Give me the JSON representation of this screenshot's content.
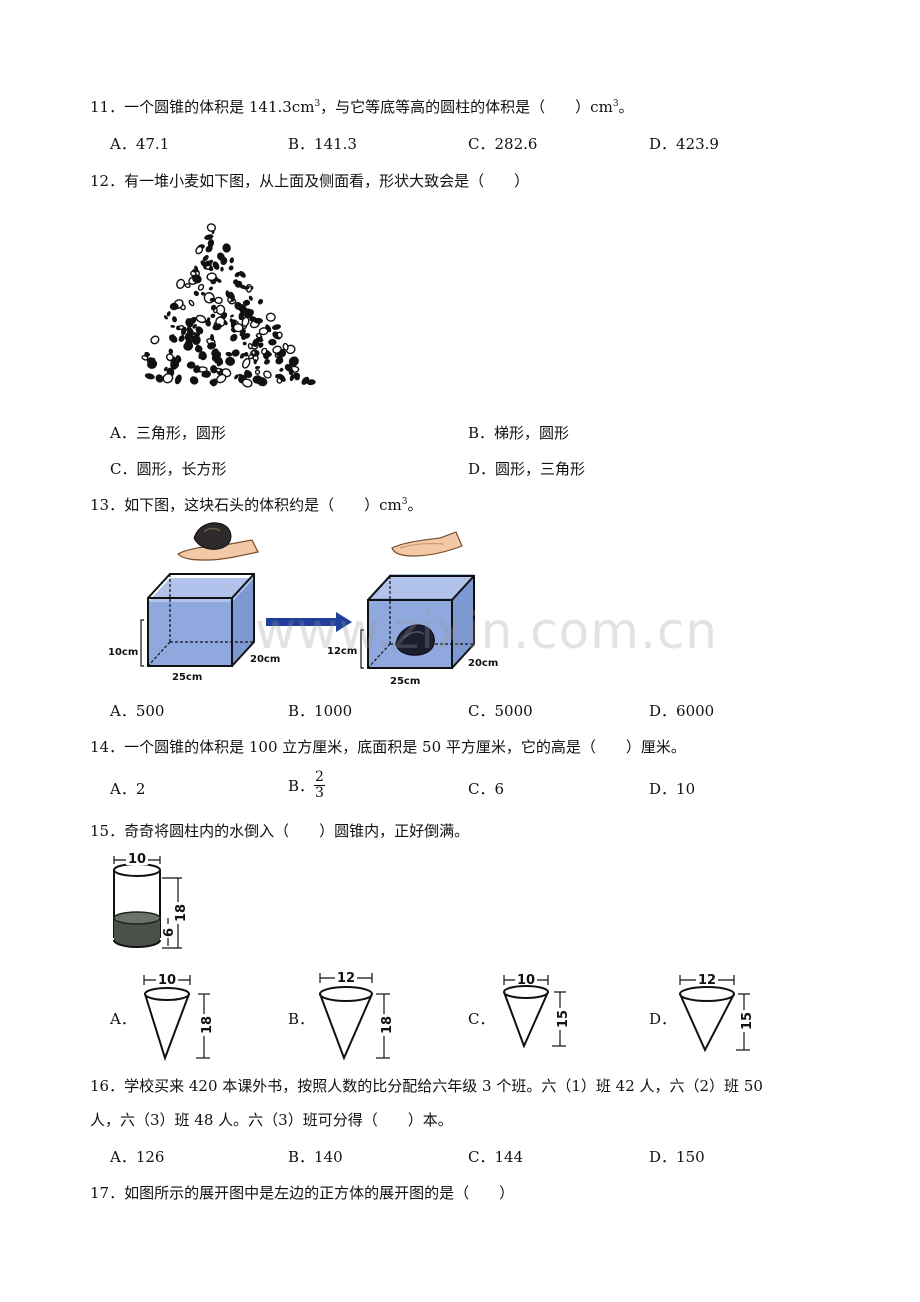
{
  "questions": {
    "q11": {
      "text_before": "11．一个圆锥的体积是 141.3cm",
      "sup1": "3",
      "text_mid": "，与它等底等高的圆柱的体积是（　　）cm",
      "sup2": "3",
      "text_after": "。",
      "options": [
        "A．47.1",
        "B．141.3",
        "C．282.6",
        "D．423.9"
      ]
    },
    "q12": {
      "text": "12．有一堆小麦如下图，从上面及侧面看，形状大致会是（　　）",
      "options": [
        "A．三角形，圆形",
        "B．梯形，圆形",
        "C．圆形，长方形",
        "D．圆形，三角形"
      ]
    },
    "q13": {
      "text_before": "13．如下图，这块石头的体积约是（　　）cm",
      "sup": "3",
      "text_after": "。",
      "figure_labels": {
        "left_height": "10cm",
        "left_depth": "20cm",
        "left_length": "25cm",
        "right_height": "12cm",
        "right_depth": "20cm",
        "right_length": "25cm"
      },
      "options": [
        "A．500",
        "B．1000",
        "C．5000",
        "D．6000"
      ]
    },
    "q14": {
      "text": "14．一个圆锥的体积是 100 立方厘米，底面积是 50 平方厘米，它的高是（　　）厘米。",
      "option_a": "A．2",
      "option_b_prefix": "B．",
      "option_b_num": "2",
      "option_b_den": "3",
      "option_c": "C．6",
      "option_d": "D．10"
    },
    "q15": {
      "text": "15．奇奇将圆柱内的水倒入（　　）圆锥内，正好倒满。",
      "cylinder": {
        "diameter": "10",
        "height": "18",
        "water": "6"
      },
      "options": [
        {
          "letter": "A．",
          "diameter": "10",
          "height": "18"
        },
        {
          "letter": "B．",
          "diameter": "12",
          "height": "18"
        },
        {
          "letter": "C．",
          "diameter": "10",
          "height": "15"
        },
        {
          "letter": "D．",
          "diameter": "12",
          "height": "15"
        }
      ]
    },
    "q16": {
      "line1": "16．学校买来 420 本课外书，按照人数的比分配给六年级 3 个班。六（1）班 42 人，六（2）班 50",
      "line2": "人，六（3）班 48 人。六（3）班可分得（　　）本。",
      "options": [
        "A．126",
        "B．140",
        "C．144",
        "D．150"
      ]
    },
    "q17": {
      "text": "17．如图所示的展开图中是左边的正方体的展开图的是（　　）"
    }
  },
  "watermark": "www.zixin.com.cn",
  "colors": {
    "water": "#8fa8dd",
    "water_edge": "#6b86c8",
    "arrow": "#1f3f9a",
    "stone": "#1c1e2e"
  }
}
